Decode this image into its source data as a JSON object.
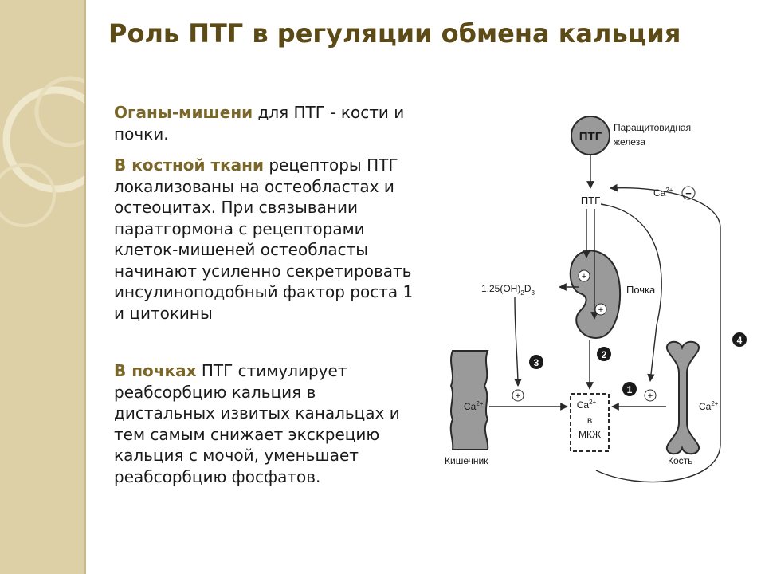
{
  "slide": {
    "title": "Роль ПТГ в регуляции обмена кальция",
    "block1": {
      "accent": "Оганы-мишени",
      "text": " для ПТГ - кости и почки."
    },
    "block2": {
      "accent": "В костной ткани",
      "text": " рецепторы ПТГ локализованы на остеобластах и остеоцитах. При связывании паратгормона с рецепторами клеток-мишеней остеобласты начинают усиленно секретировать инсулиноподобный фактор роста 1 и цитокины"
    },
    "block3": {
      "accent": "В почках",
      "text": " ПТГ стимулирует реабсорбцию кальция в дистальных извитых канальцах и тем самым снижает экскрецию кальция с мочой, уменьшает реабсорбцию фосфатов."
    }
  },
  "diagram": {
    "gland_label": "ПТГ",
    "gland_caption": [
      "Паращитовидная",
      "железа"
    ],
    "hormone_label": "ПТГ",
    "ca_feedback": "Ca",
    "ca_feedback_sup": "2+",
    "minus_sign": "−",
    "vitd_label": "1,25(OH)",
    "vitd_sub1": "2",
    "vitd_mid": "D",
    "vitd_sub2": "3",
    "kidney_label": "Почка",
    "intestine_ca": "Ca",
    "intestine_ca_sup": "2+",
    "intestine_label": "Кишечник",
    "ecf_lines": [
      "Ca",
      "в",
      "МКЖ"
    ],
    "ecf_sup": "2+",
    "bone_ca": "Ca",
    "bone_ca_sup": "2+",
    "bone_label": "Кость",
    "plus_sign": "+",
    "steps": [
      "1",
      "2",
      "3",
      "4"
    ]
  },
  "colors": {
    "title": "#5c4a17",
    "accent": "#7a6628",
    "side_band": "#ddd0a6",
    "organ_fill": "#9a9a9a"
  }
}
